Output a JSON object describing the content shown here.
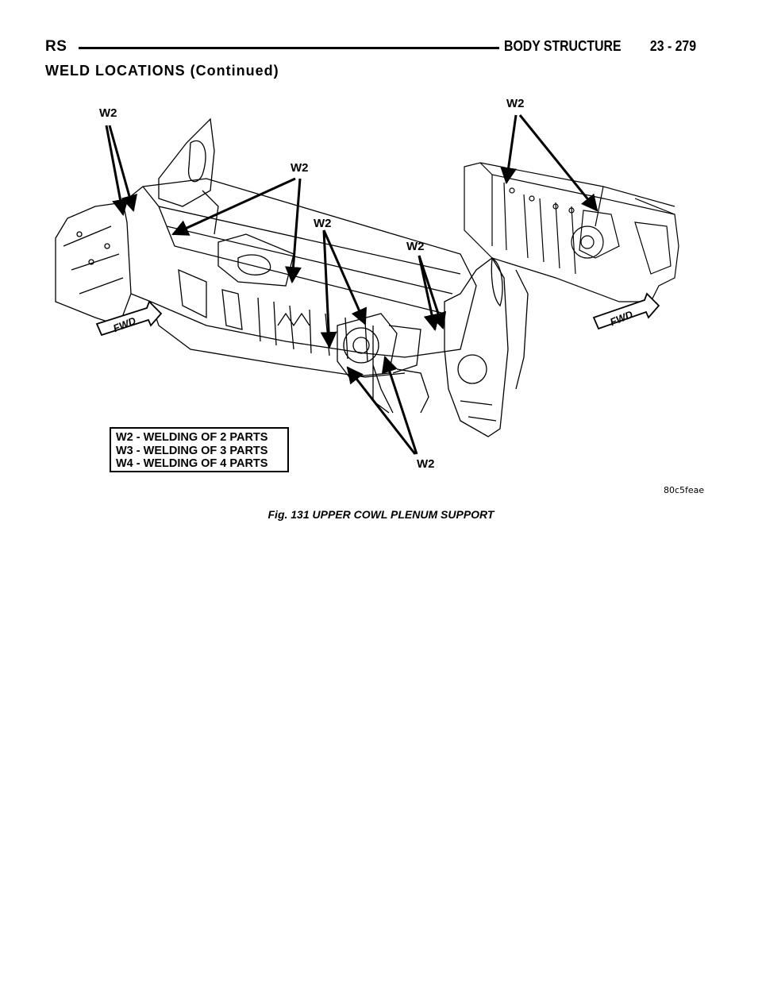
{
  "header": {
    "left_code": "RS",
    "section": "BODY STRUCTURE",
    "page_number": "23 - 279"
  },
  "section_title": "WELD LOCATIONS (Continued)",
  "figure": {
    "callouts": [
      "W2",
      "W2",
      "W2",
      "W2",
      "W2",
      "W2"
    ],
    "fwd_labels": [
      "FWD",
      "FWD"
    ],
    "legend": [
      "W2 - WELDING OF 2 PARTS",
      "W3 - WELDING OF 3 PARTS",
      "W4 - WELDING OF 4 PARTS"
    ],
    "figure_code": "80c5feae",
    "caption": "Fig. 131 UPPER COWL PLENUM SUPPORT"
  }
}
